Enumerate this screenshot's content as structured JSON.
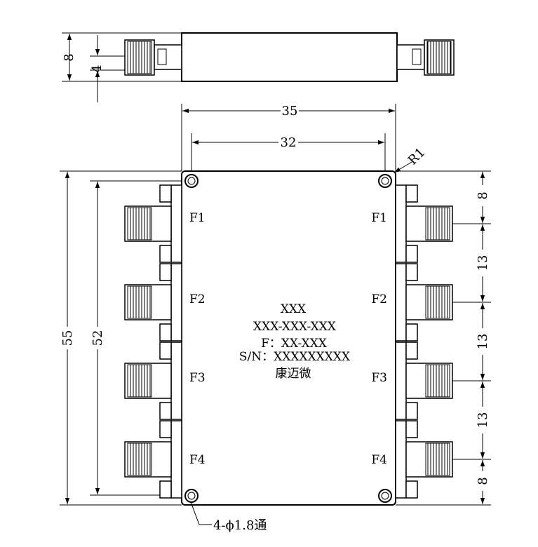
{
  "drawing": {
    "dimensions": {
      "side_height": "8",
      "side_inner": "4",
      "width_outer": "35",
      "width_inner": "32",
      "radius": "R1",
      "height_outer": "55",
      "height_inner": "52",
      "right_top": "8",
      "right_pitch_1": "13",
      "right_pitch_2": "13",
      "right_pitch_3": "13",
      "right_bottom": "8",
      "hole_note": "4-ϕ1.8通"
    },
    "ports": {
      "left": [
        "F1",
        "F2",
        "F3",
        "F4"
      ],
      "right": [
        "F1",
        "F2",
        "F3",
        "F4"
      ]
    },
    "marking": {
      "line1": "XXX",
      "line2": "XXX-XXX-XXX",
      "line3": "F：XX-XXX",
      "line4": "S/N：XXXXXXXXX",
      "line5": "康迈微"
    }
  }
}
